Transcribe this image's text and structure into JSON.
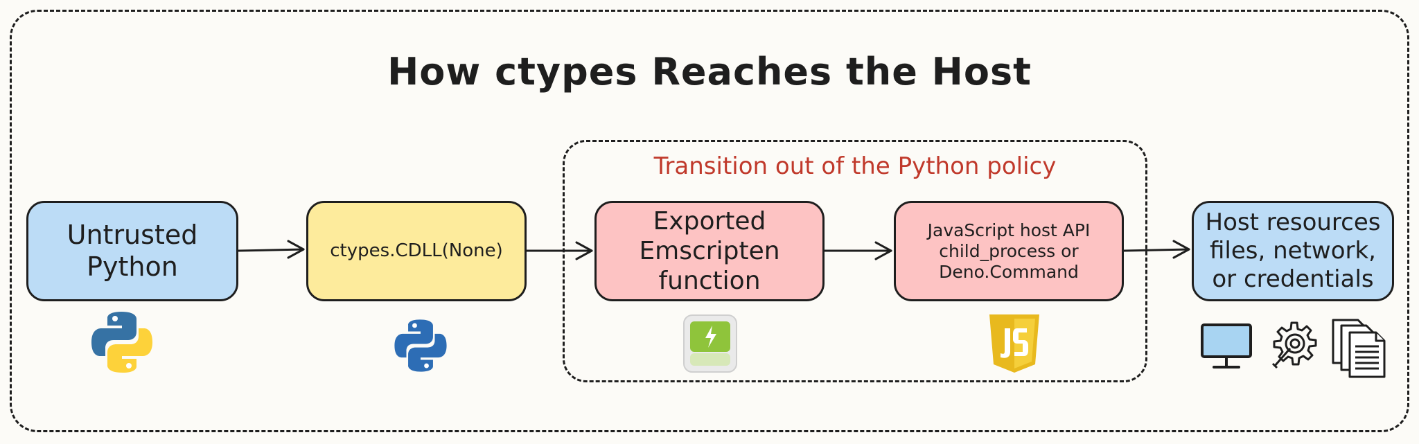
{
  "title": "How ctypes Reaches the Host",
  "group": {
    "label": "Transition out of the Python policy"
  },
  "nodes": [
    {
      "label": "Untrusted\nPython"
    },
    {
      "label": "ctypes.CDLL(None)"
    },
    {
      "label": "Exported\nEmscripten\nfunction"
    },
    {
      "label": "JavaScript host API\nchild_process or\nDeno.Command"
    },
    {
      "label": "Host resources\nfiles, network,\nor credentials"
    }
  ],
  "icons": [
    "python-logo-icon",
    "python-logo-icon",
    "wasm-module-icon",
    "javascript-logo-icon",
    "monitor-icon",
    "gear-icon",
    "documents-icon"
  ],
  "colors": {
    "python_node": "#bcdcf6",
    "ctypes_node": "#fdeb9c",
    "emscripten_node": "#fdc3c3",
    "group_label": "#c0392b",
    "js_yellow": "#f0c419"
  }
}
